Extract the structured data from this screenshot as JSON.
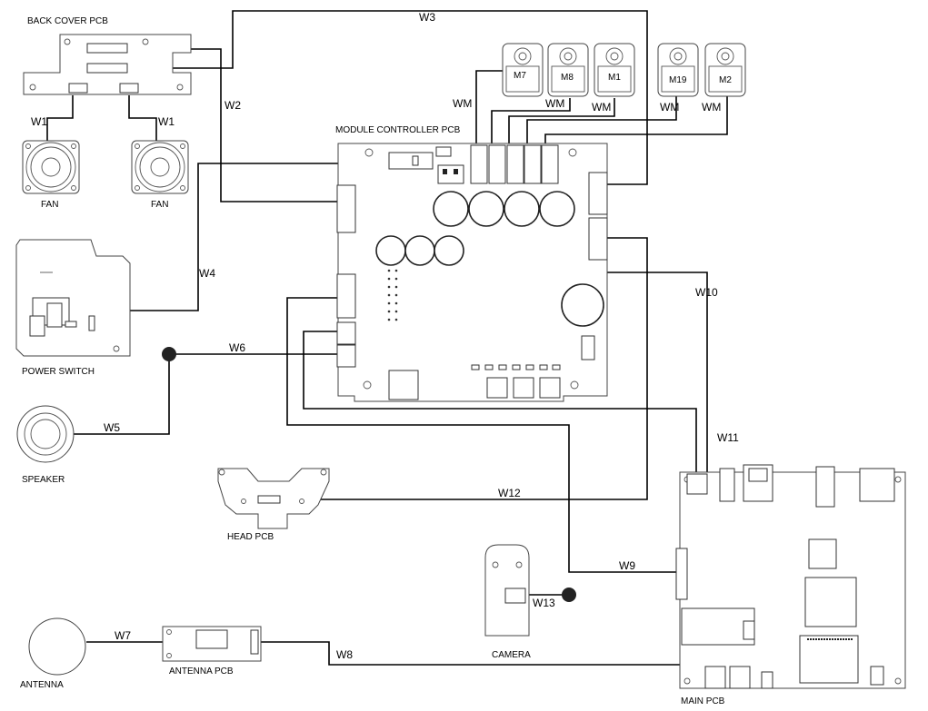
{
  "components": {
    "back_cover_pcb": "BACK COVER PCB",
    "module_controller_pcb": "MODULE CONTROLLER PCB",
    "fan_left": "FAN",
    "fan_right": "FAN",
    "power_switch": "POWER SWITCH",
    "speaker": "SPEAKER",
    "head_pcb": "HEAD PCB",
    "antenna": "ANTENNA",
    "antenna_pcb": "ANTENNA PCB",
    "camera": "CAMERA",
    "main_pcb": "MAIN PCB"
  },
  "motors": [
    "M7",
    "M8",
    "M1",
    "M19",
    "M2"
  ],
  "wires": {
    "w1_left": "W1",
    "w1_right": "W1",
    "w2": "W2",
    "w3": "W3",
    "w4": "W4",
    "w5": "W5",
    "w6": "W6",
    "w7": "W7",
    "w8": "W8",
    "w9": "W9",
    "w10": "W10",
    "w11": "W11",
    "w12": "W12",
    "w13": "W13",
    "wm_1": "WM",
    "wm_2": "WM",
    "wm_3": "WM",
    "wm_4": "WM",
    "wm_5": "WM"
  }
}
